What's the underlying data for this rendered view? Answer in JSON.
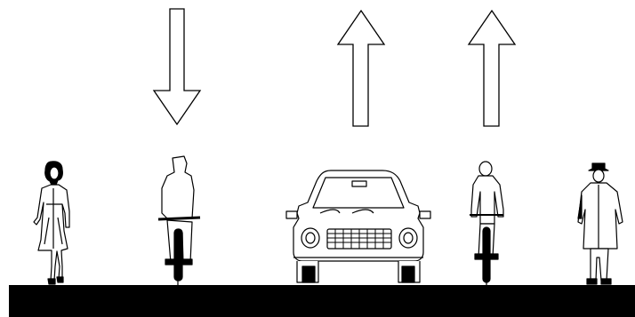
{
  "scene": {
    "background_color": "#ffffff",
    "line_color": "#000000",
    "road_color": "#000000",
    "road_users": [
      {
        "kind": "pedestrian-woman",
        "icon": "woman-walking-icon"
      },
      {
        "kind": "cyclist-rear",
        "icon": "cyclist-rear-icon",
        "direction": "down"
      },
      {
        "kind": "car-front",
        "icon": "car-front-icon",
        "direction": "up"
      },
      {
        "kind": "cyclist-front",
        "icon": "cyclist-front-icon",
        "direction": "up"
      },
      {
        "kind": "pedestrian-man",
        "icon": "man-in-coat-icon"
      }
    ]
  }
}
